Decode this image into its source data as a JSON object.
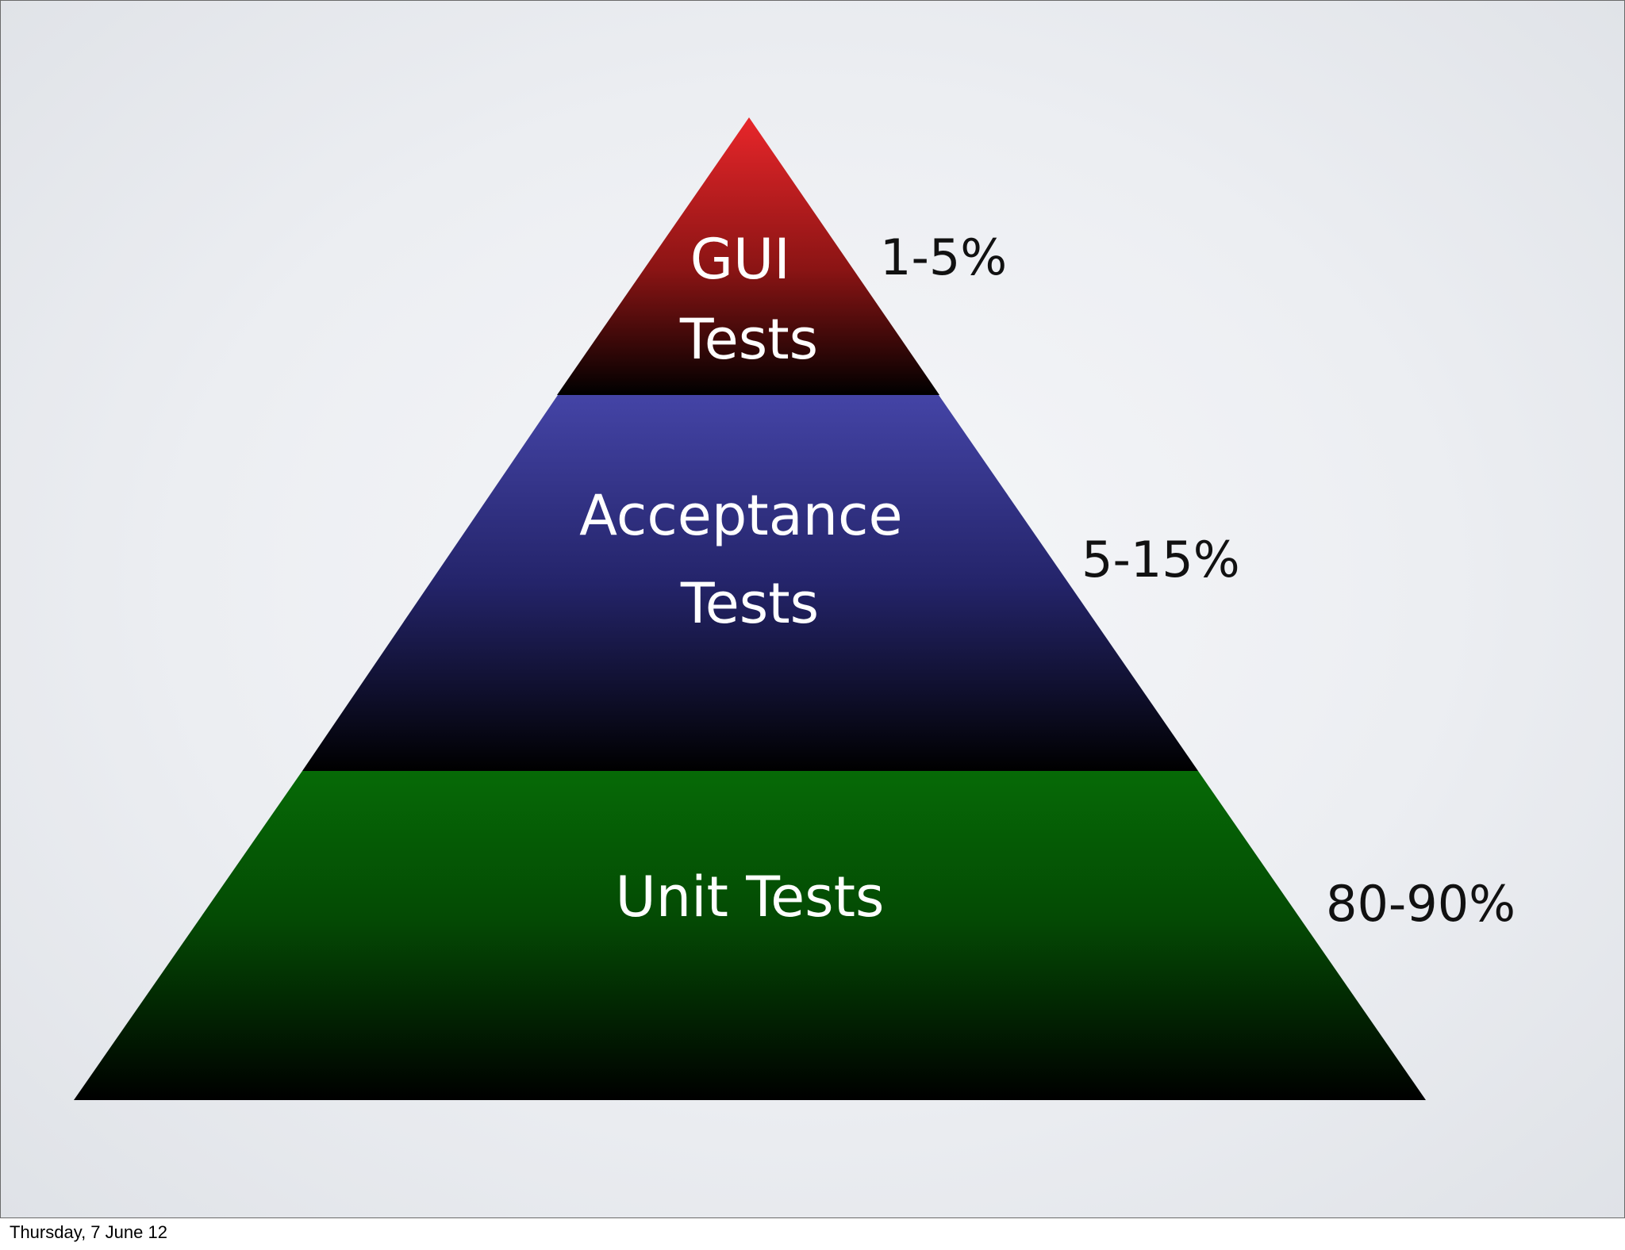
{
  "pyramid": {
    "tiers": [
      {
        "name": "gui",
        "label_lines": [
          "GUI",
          "Tests"
        ],
        "percentage": "1-5%",
        "color_top": "#e8262a",
        "color_mid": "#8a1414",
        "color_bottom": "#000000"
      },
      {
        "name": "acceptance",
        "label_lines": [
          "Acceptance",
          "Tests"
        ],
        "percentage": "5-15%",
        "color_top": "#4444a6",
        "color_mid": "#24246a",
        "color_bottom": "#000000"
      },
      {
        "name": "unit",
        "label_lines": [
          "Unit Tests"
        ],
        "percentage": "80-90%",
        "color_top": "#066a06",
        "color_mid": "#044a04",
        "color_bottom": "#000000"
      }
    ]
  },
  "footer": {
    "date": "Thursday, 7 June 12"
  }
}
